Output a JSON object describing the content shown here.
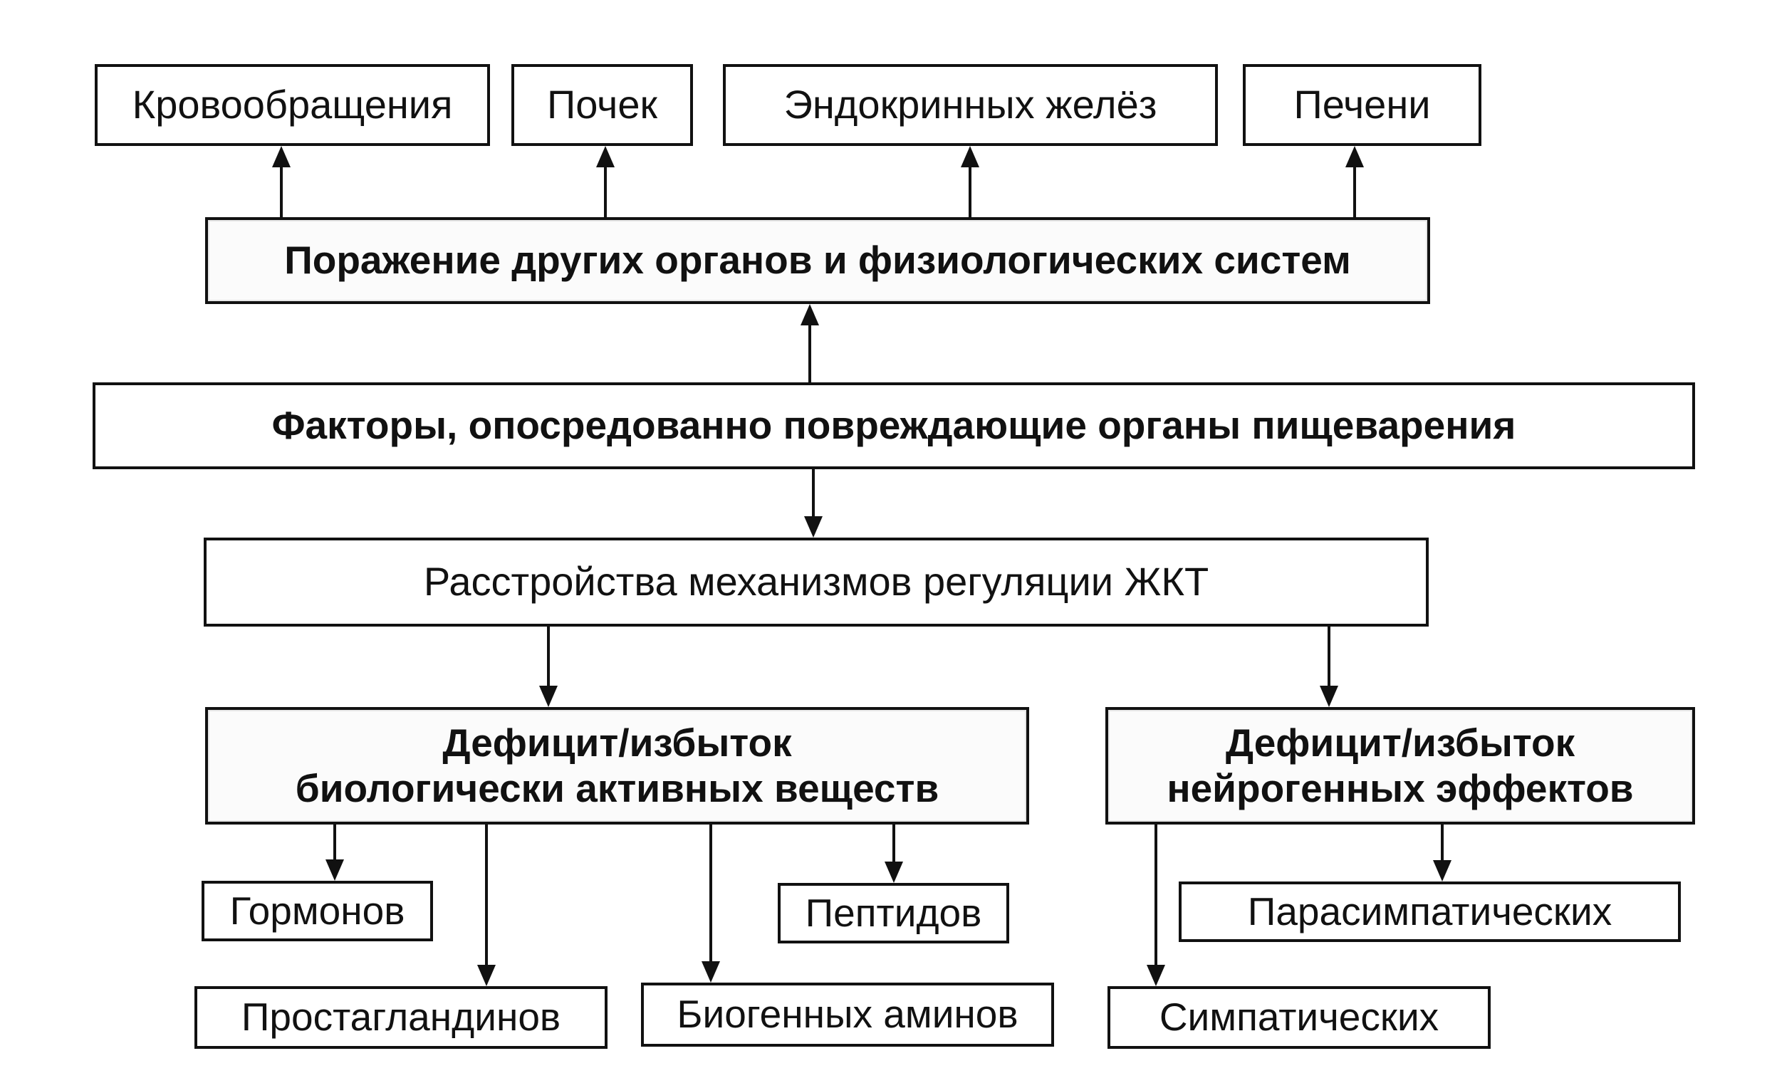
{
  "nodes": {
    "krovoobrashcheniya": "Кровообращения",
    "pochek": "Почек",
    "endokrinnykh": "Эндокринных желёз",
    "pecheni": "Печени",
    "porazhenie": "Поражение других органов и физиологических систем",
    "faktory": "Факторы, опосредованно повреждающие органы пищеварения",
    "rasstroystva": "Расстройства механизмов регуляции ЖКТ",
    "deficit_bav": {
      "line1": "Дефицит/избыток",
      "line2": "биологически активных веществ"
    },
    "deficit_neuro": {
      "line1": "Дефицит/избыток",
      "line2": "нейрогенных эффектов"
    },
    "gormonov": "Гормонов",
    "peptidov": "Пептидов",
    "prostaglandinov": "Простагландинов",
    "biogennykh": "Биогенных аминов",
    "parasimpaticheskikh": "Парасимпатических",
    "simpaticheskikh": "Симпатических"
  },
  "edges": [
    {
      "from": "porazhenie",
      "to": "krovoobrashcheniya"
    },
    {
      "from": "porazhenie",
      "to": "pochek"
    },
    {
      "from": "porazhenie",
      "to": "endokrinnykh"
    },
    {
      "from": "porazhenie",
      "to": "pecheni"
    },
    {
      "from": "faktory",
      "to": "porazhenie"
    },
    {
      "from": "faktory",
      "to": "rasstroystva"
    },
    {
      "from": "rasstroystva",
      "to": "deficit_bav"
    },
    {
      "from": "rasstroystva",
      "to": "deficit_neuro"
    },
    {
      "from": "deficit_bav",
      "to": "gormonov"
    },
    {
      "from": "deficit_bav",
      "to": "prostaglandinov"
    },
    {
      "from": "deficit_bav",
      "to": "biogennykh"
    },
    {
      "from": "deficit_bav",
      "to": "peptidov"
    },
    {
      "from": "deficit_neuro",
      "to": "simpaticheskikh"
    },
    {
      "from": "deficit_neuro",
      "to": "parasimpaticheskikh"
    }
  ],
  "colors": {
    "ink": "#111111",
    "background": "#ffffff"
  }
}
